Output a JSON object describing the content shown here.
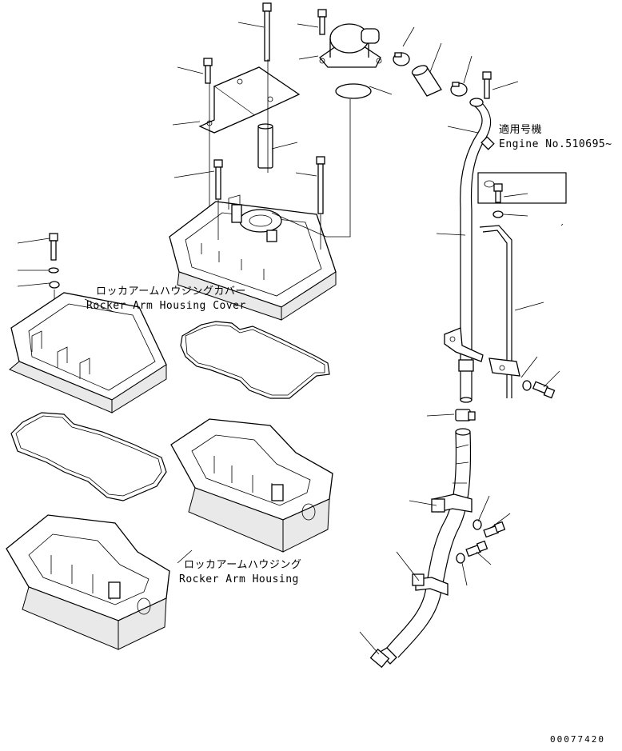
{
  "labels": {
    "applicable_serial_jp": "適用号機",
    "engine_serial": "Engine No.510695~",
    "cover_jp": "ロッカアームハウジングカバー",
    "cover_en": "Rocker Arm Housing Cover",
    "housing_jp": "ロッカアームハウジング",
    "housing_en": "Rocker Arm Housing",
    "drawing_number": "00077420"
  }
}
